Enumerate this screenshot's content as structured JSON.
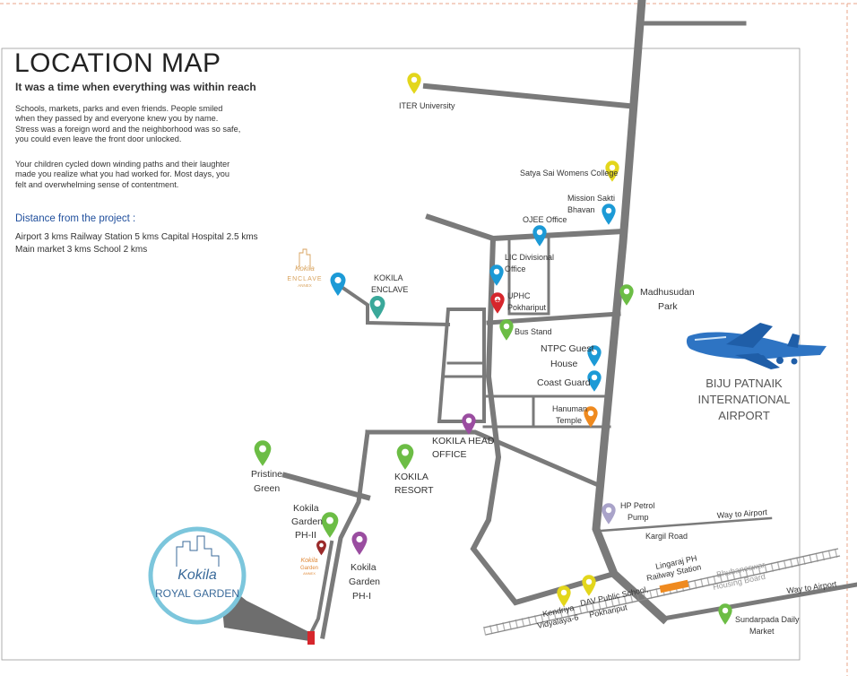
{
  "header": {
    "title": "LOCATION MAP",
    "subtitle": "It was a time when everything was within reach",
    "paragraph1_lines": [
      "Schools, markets, parks and even friends. People smiled",
      "when they passed by and everyone knew you by name.",
      "Stress was a foreign word and the neighborhood was so safe,",
      "you could even leave the front door unlocked."
    ],
    "paragraph2_lines": [
      "Your children cycled down winding paths and their laughter",
      "made you realize what you had worked for. Most days, you",
      "felt and overwhelming sense of contentment."
    ]
  },
  "distance": {
    "heading": "Distance from the project :",
    "line1": "Airport 3 kms  Railway Station 5 kms  Capital Hospital 2.5 kms",
    "line2": "Main market 3 kms  School 2 kms"
  },
  "landmarks": {
    "iter": "ITER University",
    "satya_sai": "Satya Sai Womens College",
    "mission_sakti": [
      "Mission Sakti",
      "Bhavan"
    ],
    "ojee": "OJEE Office",
    "lic": [
      "LIC Divisional",
      "Office"
    ],
    "uphc": [
      "UPHC",
      "Pokhariput"
    ],
    "bus_stand": "Bus Stand",
    "madhusudan": [
      "Madhusudan",
      "Park"
    ],
    "ntpc": [
      "NTPC Guest",
      "House"
    ],
    "coast_guard": "Coast Guard",
    "hanuman": [
      "Hanuman",
      "Temple"
    ],
    "kokila_head": [
      "KOKILA HEAD",
      "OFFICE"
    ],
    "kokila_resort": [
      "KOKILA",
      "RESORT"
    ],
    "kokila_enclave": [
      "KOKILA",
      "ENCLAVE"
    ],
    "pristine": [
      "Pristine",
      "Green"
    ],
    "garden_ph2": [
      "Kokila",
      "Garden",
      "PH-II"
    ],
    "garden_ph1": [
      "Kokila",
      "Garden",
      "PH-I"
    ],
    "hp_petrol": [
      "HP Petrol",
      "Pump"
    ],
    "kendriya": [
      "Kendriya",
      "Vidyalaya-6"
    ],
    "dav": [
      "DAV Public School,",
      "Pokhariput"
    ],
    "lingaraj": [
      "Lingaraj PH",
      "Railway Station"
    ],
    "housing_board": [
      "Bhubaneswar",
      "Housing Board"
    ],
    "sundarpada": [
      "Sundarpada Daily",
      "Market"
    ],
    "kargil_road": "Kargil Road",
    "way_airport_1": "Way to Airport",
    "way_airport_2": "Way to Airport",
    "airport": [
      "BIJU PATNAIK",
      "INTERNATIONAL",
      "AIRPORT"
    ]
  },
  "logos": {
    "enclave_logo": [
      "Kokila",
      "ENCLAVE",
      "ANNEX"
    ],
    "garden_annex_logo": [
      "Kokila",
      "Garden",
      "ANNEX"
    ],
    "royal_garden": [
      "Kokila",
      "ROYAL GARDEN"
    ]
  },
  "colors": {
    "road": "#7a7a7a",
    "pin_yellow": "#e3d61c",
    "pin_green": "#6cbd45",
    "pin_blue": "#1c9ad6",
    "pin_teal": "#3aa89a",
    "pin_red": "#d6262c",
    "pin_orange": "#ef8a1f",
    "pin_purple": "#9a4da0",
    "pin_lavender": "#a9a3c9",
    "heading_blue": "#1f4e9c",
    "logo_ring": "#7cc6dc"
  }
}
